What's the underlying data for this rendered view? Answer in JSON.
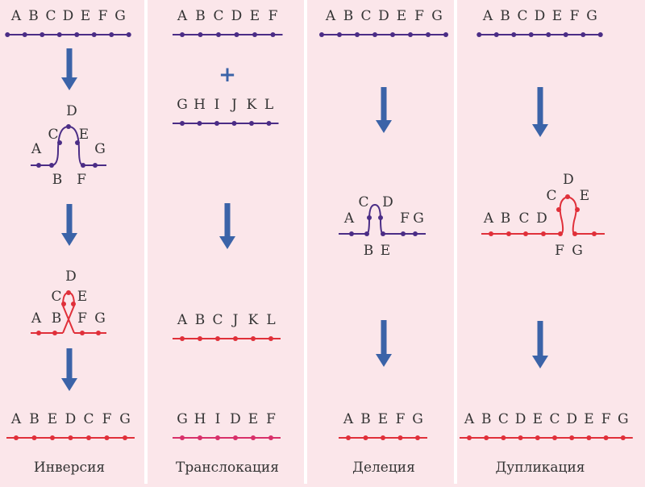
{
  "colors": {
    "background": "#fbe6ea",
    "divider": "#ffffff",
    "chromosome_original": "#4b2d86",
    "chromosome_mutated": "#e0303a",
    "chromosome_pink": "#d8306a",
    "arrow": "#3b63a8",
    "label": "#333333"
  },
  "panels": [
    {
      "id": "inversion",
      "caption": "Инверсия",
      "rows": [
        {
          "kind": "chromosome",
          "style": "original",
          "letters": [
            "A",
            "B",
            "C",
            "D",
            "E",
            "F",
            "G"
          ]
        },
        {
          "kind": "arrow"
        },
        {
          "kind": "loop",
          "style": "original",
          "letters": [
            "A",
            "B",
            "C",
            "D",
            "E",
            "F",
            "G"
          ]
        },
        {
          "kind": "arrow"
        },
        {
          "kind": "crossed-loop",
          "style": "mutated",
          "letters": [
            "A",
            "B",
            "C",
            "D",
            "E",
            "F",
            "G"
          ]
        },
        {
          "kind": "arrow"
        },
        {
          "kind": "chromosome",
          "style": "mutated",
          "letters": [
            "A",
            "B",
            "E",
            "D",
            "C",
            "F",
            "G"
          ]
        }
      ]
    },
    {
      "id": "translocation",
      "caption": "Транслокация",
      "plus_sign": "+",
      "rows": [
        {
          "kind": "chromosome",
          "style": "original",
          "letters": [
            "A",
            "B",
            "C",
            "D",
            "E",
            "F"
          ]
        },
        {
          "kind": "chromosome",
          "style": "original",
          "letters": [
            "G",
            "H",
            "I",
            "J",
            "K",
            "L"
          ]
        },
        {
          "kind": "arrow"
        },
        {
          "kind": "chromosome",
          "style": "mutated",
          "letters": [
            "A",
            "B",
            "C",
            "J",
            "K",
            "L"
          ]
        },
        {
          "kind": "chromosome",
          "style": "pink",
          "letters": [
            "G",
            "H",
            "I",
            "D",
            "E",
            "F"
          ]
        }
      ]
    },
    {
      "id": "deletion",
      "caption": "Делеция",
      "rows": [
        {
          "kind": "chromosome",
          "style": "original",
          "letters": [
            "A",
            "B",
            "C",
            "D",
            "E",
            "F",
            "G"
          ]
        },
        {
          "kind": "arrow"
        },
        {
          "kind": "loop",
          "style": "original",
          "letters": [
            "A",
            "B",
            "C",
            "D",
            "E",
            "F",
            "G"
          ]
        },
        {
          "kind": "arrow"
        },
        {
          "kind": "chromosome",
          "style": "mutated",
          "letters": [
            "A",
            "B",
            "E",
            "F",
            "G"
          ]
        }
      ]
    },
    {
      "id": "duplication",
      "caption": "Дупликация",
      "rows": [
        {
          "kind": "chromosome",
          "style": "original",
          "letters": [
            "A",
            "B",
            "C",
            "D",
            "E",
            "F",
            "G"
          ]
        },
        {
          "kind": "arrow"
        },
        {
          "kind": "loop",
          "style": "mutated",
          "letters": [
            "A",
            "B",
            "C",
            "D",
            "C",
            "D",
            "E",
            "F",
            "G"
          ]
        },
        {
          "kind": "arrow"
        },
        {
          "kind": "chromosome",
          "style": "mutated",
          "letters": [
            "A",
            "B",
            "C",
            "D",
            "E",
            "C",
            "D",
            "E",
            "F",
            "G"
          ]
        }
      ]
    }
  ]
}
